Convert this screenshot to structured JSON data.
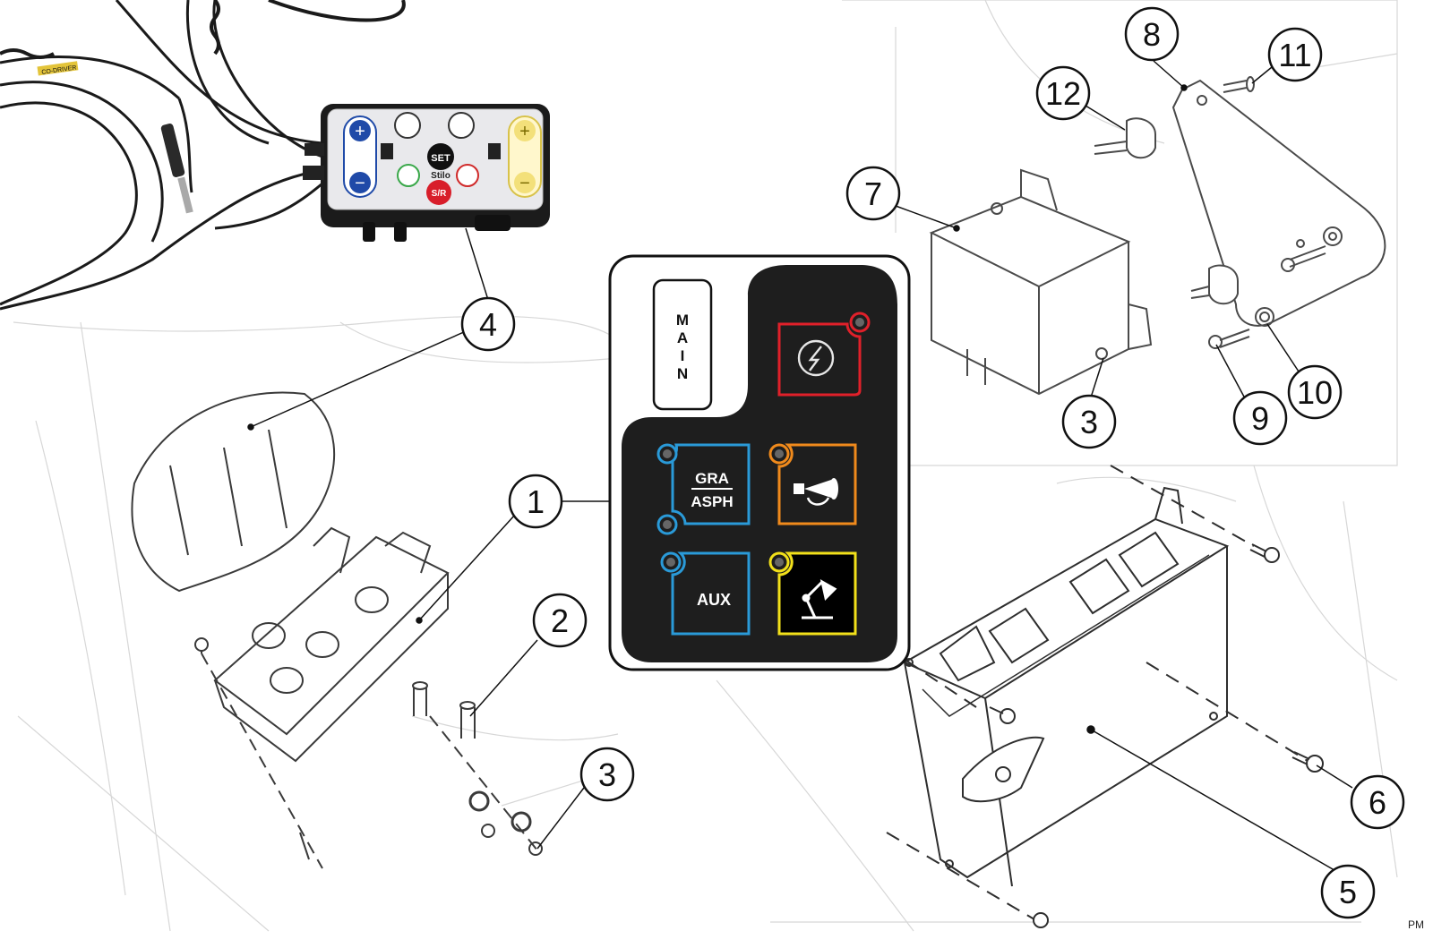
{
  "callouts": {
    "c1": "1",
    "c2": "2",
    "c3a": "3",
    "c3b": "3",
    "c4": "4",
    "c5": "5",
    "c6": "6",
    "c7": "7",
    "c8": "8",
    "c9": "9",
    "c10": "10",
    "c11": "11",
    "c12": "12"
  },
  "switch_panel": {
    "main_label": [
      "M",
      "A",
      "I",
      "N"
    ],
    "gravel_asphalt_top": "GRA",
    "gravel_asphalt_bottom": "ASPH",
    "aux_label": "AUX",
    "icons": [
      "power-icon",
      "horn-icon",
      "lamp-icon"
    ],
    "colors": {
      "panel": "#1e1e1e",
      "power": "#e0202a",
      "mode": "#2a9ad8",
      "horn": "#f08a1c",
      "aux": "#2a9ad8",
      "lamp": "#f2e01a"
    }
  },
  "intercom": {
    "badge": "SET",
    "sr_button": "S/R",
    "plus": "+",
    "minus": "−",
    "brand": "Stilo",
    "cable_tag": "CO-DRIVER"
  },
  "footer": {
    "mark": "PM"
  }
}
